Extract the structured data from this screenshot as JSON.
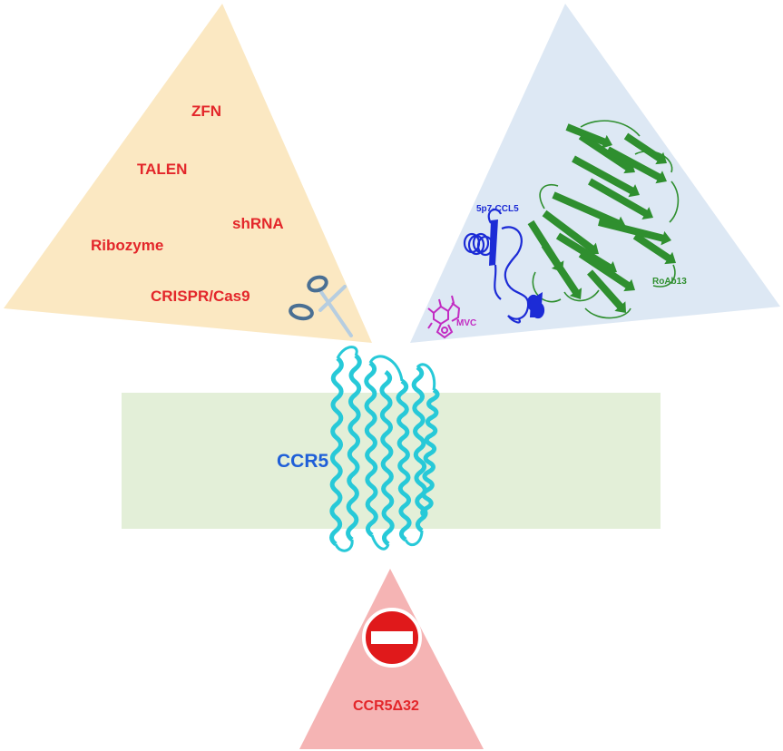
{
  "gene_editing": {
    "labels": [
      "ZFN",
      "TALEN",
      "shRNA",
      "Ribozyme",
      "CRISPR/Cas9"
    ],
    "color": "#e3262a"
  },
  "binding_agents": {
    "ligand_label": "5p7-CCL5",
    "antibody_label": "RoAb13",
    "drug_label": "MVC",
    "ligand_color": "#1c2bd6",
    "antibody_color": "#2f8f2f",
    "drug_color": "#c22bc2"
  },
  "receptor": {
    "label": "CCR5",
    "color": "#27c9d8"
  },
  "mutation": {
    "label": "CCR5Δ32"
  },
  "colors": {
    "left_triangle": "#fbe8c2",
    "right_triangle": "#dde8f4",
    "bottom_triangle": "#f5b4b4",
    "membrane": "#e3efd8",
    "stop_sign": "#e0191b"
  }
}
